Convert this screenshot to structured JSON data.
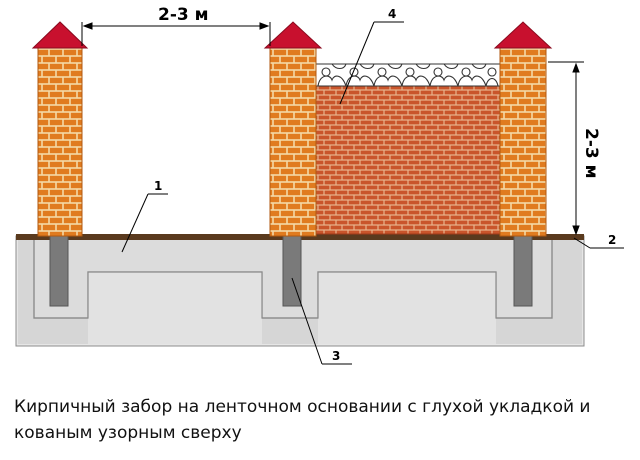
{
  "diagram": {
    "dimension_top": "2-3 м",
    "dimension_side": "2-3 м",
    "callouts": [
      {
        "id": "1",
        "label": "1"
      },
      {
        "id": "2",
        "label": "2"
      },
      {
        "id": "3",
        "label": "3"
      },
      {
        "id": "4",
        "label": "4"
      }
    ]
  },
  "caption": {
    "line1": "Кирпичный забор на ленточном основании с глухой укладкой и",
    "line2": "кованым узорным сверху"
  },
  "colors": {
    "pillar_brick": "#e07b1f",
    "pillar_mortar": "#f4d9a6",
    "wall_brick": "#c9552b",
    "wall_mortar": "#e8b58d",
    "cap_red": "#c8102e",
    "concrete": "#d4d4d4",
    "concrete_dark": "#a9a9a9",
    "soil": "#5a3a1e",
    "post_grey": "#7a7a7a"
  }
}
